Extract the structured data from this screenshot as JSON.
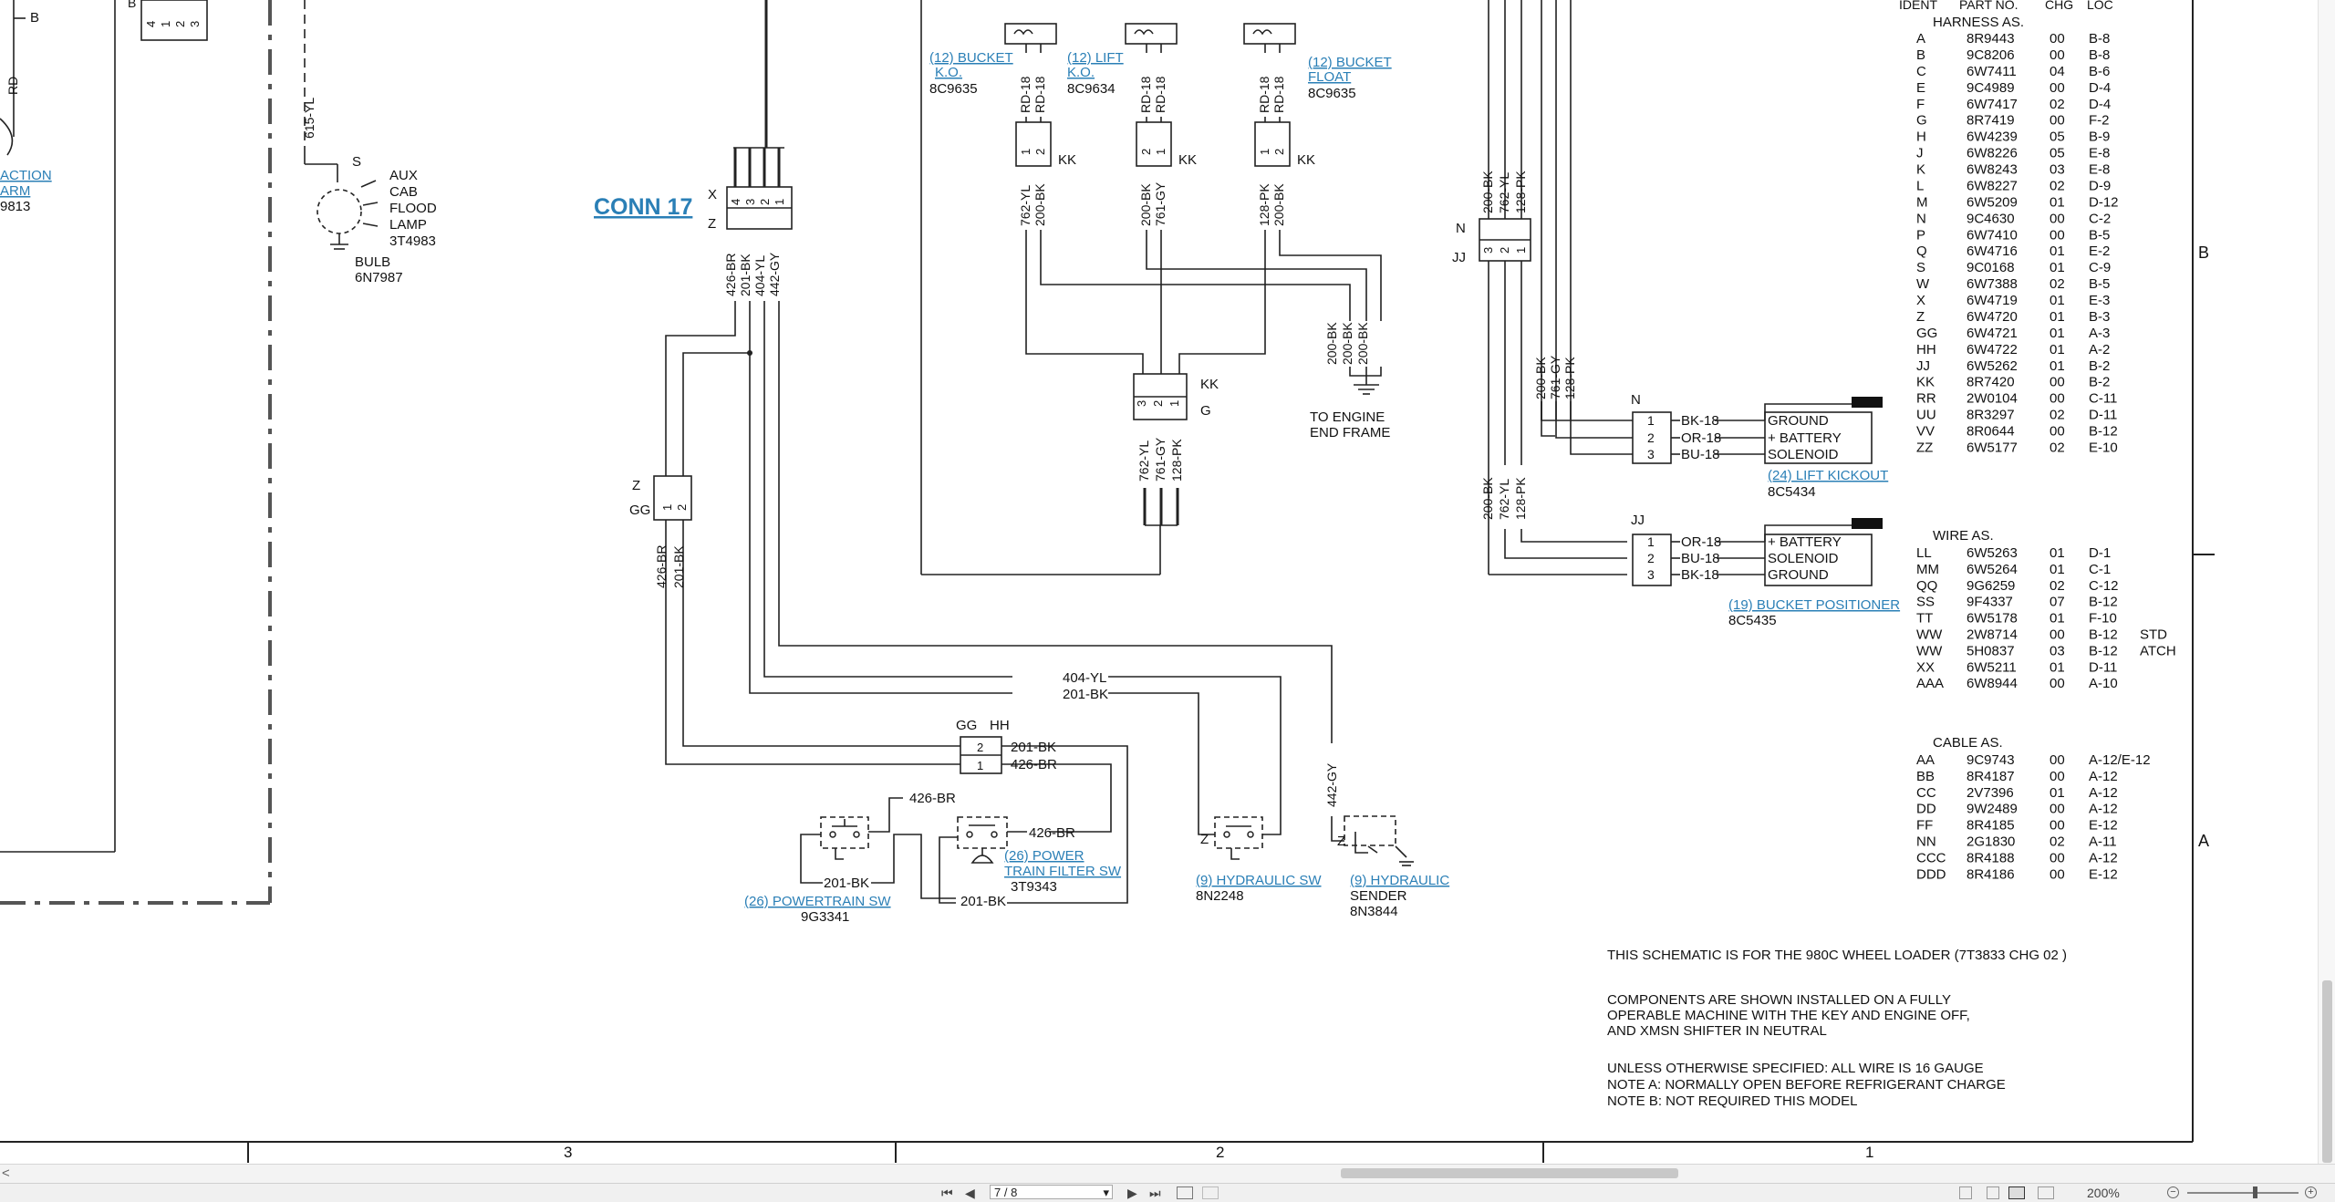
{
  "schematic": {
    "conn17": "CONN 17",
    "top_left": {
      "b": "B",
      "b2": "B",
      "rd": "RD",
      "pins": [
        "4",
        "1",
        "2",
        "3"
      ]
    },
    "aux_lamp": {
      "wire": "615-YL",
      "s": "S",
      "l1": "AUX",
      "l2": "CAB",
      "l3": "FLOOD",
      "l4": "LAMP",
      "part": "3T4983",
      "bulb": "BULB",
      "bulb_part": "6N7987"
    },
    "left_link": {
      "l1": "ACTION",
      "l2": "ARM",
      "part": "9813"
    },
    "conn17_x": "X",
    "conn17_z": "Z",
    "conn17_pins": [
      "4",
      "3",
      "2",
      "1"
    ],
    "conn17_wires": [
      "426-BR",
      "201-BK",
      "404-YL",
      "442-GY"
    ],
    "z": "Z",
    "gg": "GG",
    "gg_wires": [
      "426-BR",
      "201-BK"
    ],
    "bucket_ko": {
      "l1": "(12) BUCKET",
      "l2": "K.O.",
      "part": "8C9635"
    },
    "lift_ko": {
      "l1": "(12) LIFT",
      "l2": "K.O.",
      "part": "8C9634"
    },
    "bucket_float": {
      "l1": "(12) BUCKET",
      "l2": "FLOAT",
      "part": "8C9635"
    },
    "rd18": "RD-18",
    "kk": "KK",
    "g": "G",
    "sol_wires": {
      "a": [
        "762-YL",
        "200-BK"
      ],
      "b": [
        "200-BK",
        "761-GY"
      ],
      "c": [
        "128-PK",
        "200-BK"
      ]
    },
    "ground_wires": [
      "200-BK",
      "200-BK",
      "200-BK"
    ],
    "to_engine": {
      "l1": "TO ENGINE",
      "l2": "END FRAME"
    },
    "g_wires": [
      "762-YL",
      "761-GY",
      "128-PK"
    ],
    "n": "N",
    "jj": "JJ",
    "n_conn_pins": [
      "3",
      "2",
      "1"
    ],
    "n_wires_top": [
      "200-BK",
      "762-YL",
      "128-PK"
    ],
    "n_wires_mid": [
      "200-BK",
      "761-GY",
      "128-PK"
    ],
    "jj_wires": [
      "200-BK",
      "762-YL",
      "128-PK"
    ],
    "lift_kickout": {
      "pins": [
        "1",
        "2",
        "3"
      ],
      "wires": [
        "BK-18",
        "OR-18",
        "BU-18"
      ],
      "labels": [
        "GROUND",
        "+ BATTERY",
        "SOLENOID"
      ],
      "link": "(24) LIFT KICKOUT",
      "part": "8C5434"
    },
    "bucket_positioner": {
      "pins": [
        "1",
        "2",
        "3"
      ],
      "wires": [
        "OR-18",
        "BU-18",
        "BK-18"
      ],
      "labels": [
        "+ BATTERY",
        "SOLENOID",
        "GROUND"
      ],
      "link": "(19) BUCKET POSITIONER",
      "part": "8C5435"
    },
    "wire404": "404-YL",
    "wire201": "201-BK",
    "gg_hh": {
      "gg": "GG",
      "hh": "HH",
      "p2": "2",
      "p1": "1",
      "w1": "201-BK",
      "w2": "426-BR"
    },
    "powertrain_sw": {
      "w_top": "426-BR",
      "w_bot": "201-BK",
      "link": "(26) POWERTRAIN SW",
      "part": "9G3341"
    },
    "filter_sw": {
      "w1": "426-BR",
      "w2": "201-BK",
      "l1": "(26) POWER",
      "l2": "TRAIN FILTER SW",
      "part": "3T9343"
    },
    "hydraulic_sw": {
      "z": "Z",
      "link": "(9) HYDRAULIC SW",
      "part": "8N2248"
    },
    "sender": {
      "wire": "442-GY",
      "z": "Z",
      "l1": "(9) HYDRAULIC",
      "l2": "SENDER",
      "part": "8N3844"
    }
  },
  "harness_table": {
    "headers": [
      "IDENT",
      "PART NO.",
      "CHG",
      "LOC"
    ],
    "title": "HARNESS AS.",
    "rows": [
      [
        "A",
        "8R9443",
        "00",
        "B-8"
      ],
      [
        "B",
        "9C8206",
        "00",
        "B-8"
      ],
      [
        "C",
        "6W7411",
        "04",
        "B-6"
      ],
      [
        "E",
        "9C4989",
        "00",
        "D-4"
      ],
      [
        "F",
        "6W7417",
        "02",
        "D-4"
      ],
      [
        "G",
        "8R7419",
        "00",
        "F-2"
      ],
      [
        "H",
        "6W4239",
        "05",
        "B-9"
      ],
      [
        "J",
        "6W8226",
        "05",
        "E-8"
      ],
      [
        "K",
        "6W8243",
        "03",
        "E-8"
      ],
      [
        "L",
        "6W8227",
        "02",
        "D-9"
      ],
      [
        "M",
        "6W5209",
        "01",
        "D-12"
      ],
      [
        "N",
        "9C4630",
        "00",
        "C-2"
      ],
      [
        "P",
        "6W7410",
        "00",
        "B-5"
      ],
      [
        "Q",
        "6W4716",
        "01",
        "E-2"
      ],
      [
        "S",
        "9C0168",
        "01",
        "C-9"
      ],
      [
        "W",
        "6W7388",
        "02",
        "B-5"
      ],
      [
        "X",
        "6W4719",
        "01",
        "E-3"
      ],
      [
        "Z",
        "6W4720",
        "01",
        "B-3"
      ],
      [
        "GG",
        "6W4721",
        "01",
        "A-3"
      ],
      [
        "HH",
        "6W4722",
        "01",
        "A-2"
      ],
      [
        "JJ",
        "6W5262",
        "01",
        "B-2"
      ],
      [
        "KK",
        "8R7420",
        "00",
        "B-2"
      ],
      [
        "RR",
        "2W0104",
        "00",
        "C-11"
      ],
      [
        "UU",
        "8R3297",
        "02",
        "D-11"
      ],
      [
        "VV",
        "8R0644",
        "00",
        "B-12"
      ],
      [
        "ZZ",
        "6W5177",
        "02",
        "E-10"
      ]
    ]
  },
  "wire_table": {
    "title": "WIRE AS.",
    "rows": [
      [
        "LL",
        "6W5263",
        "01",
        "D-1",
        ""
      ],
      [
        "MM",
        "6W5264",
        "01",
        "C-1",
        ""
      ],
      [
        "QQ",
        "9G6259",
        "02",
        "C-12",
        ""
      ],
      [
        "SS",
        "9F4337",
        "07",
        "B-12",
        ""
      ],
      [
        "TT",
        "6W5178",
        "01",
        "F-10",
        ""
      ],
      [
        "WW",
        "2W8714",
        "00",
        "B-12",
        "STD"
      ],
      [
        "WW",
        "5H0837",
        "03",
        "B-12",
        "ATCH"
      ],
      [
        "XX",
        "6W5211",
        "01",
        "D-11",
        ""
      ],
      [
        "AAA",
        "6W8944",
        "00",
        "A-10",
        ""
      ]
    ]
  },
  "cable_table": {
    "title": "CABLE AS.",
    "rows": [
      [
        "AA",
        "9C9743",
        "00",
        "A-12/E-12"
      ],
      [
        "BB",
        "8R4187",
        "00",
        "A-12"
      ],
      [
        "CC",
        "2V7396",
        "01",
        "A-12"
      ],
      [
        "DD",
        "9W2489",
        "00",
        "A-12"
      ],
      [
        "FF",
        "8R4185",
        "00",
        "E-12"
      ],
      [
        "NN",
        "2G1830",
        "02",
        "A-11"
      ],
      [
        "CCC",
        "8R4188",
        "00",
        "A-12"
      ],
      [
        "DDD",
        "8R4186",
        "00",
        "E-12"
      ]
    ]
  },
  "notes": {
    "n1": "THIS SCHEMATIC IS FOR THE 980C WHEEL LOADER (7T3833 CHG 02 )",
    "n2": "COMPONENTS ARE SHOWN INSTALLED ON A FULLY",
    "n3": "OPERABLE MACHINE WITH THE KEY AND ENGINE OFF,",
    "n4": "AND XMSN SHIFTER IN NEUTRAL",
    "n5": "UNLESS OTHERWISE SPECIFIED: ALL WIRE IS 16 GAUGE",
    "n6": "NOTE A: NORMALLY OPEN BEFORE REFRIGERANT CHARGE",
    "n7": "NOTE B: NOT REQUIRED THIS MODEL"
  },
  "grid": {
    "cols": [
      "3",
      "2",
      "1"
    ],
    "rows": [
      "B",
      "A"
    ]
  },
  "viewer": {
    "page_value": "7 / 8",
    "zoom": "200%",
    "scroll_left": "<",
    "nav": {
      "first": "⏮",
      "prev": "◀",
      "next": "▶",
      "last": "⏭"
    },
    "dropdown": "▾"
  }
}
